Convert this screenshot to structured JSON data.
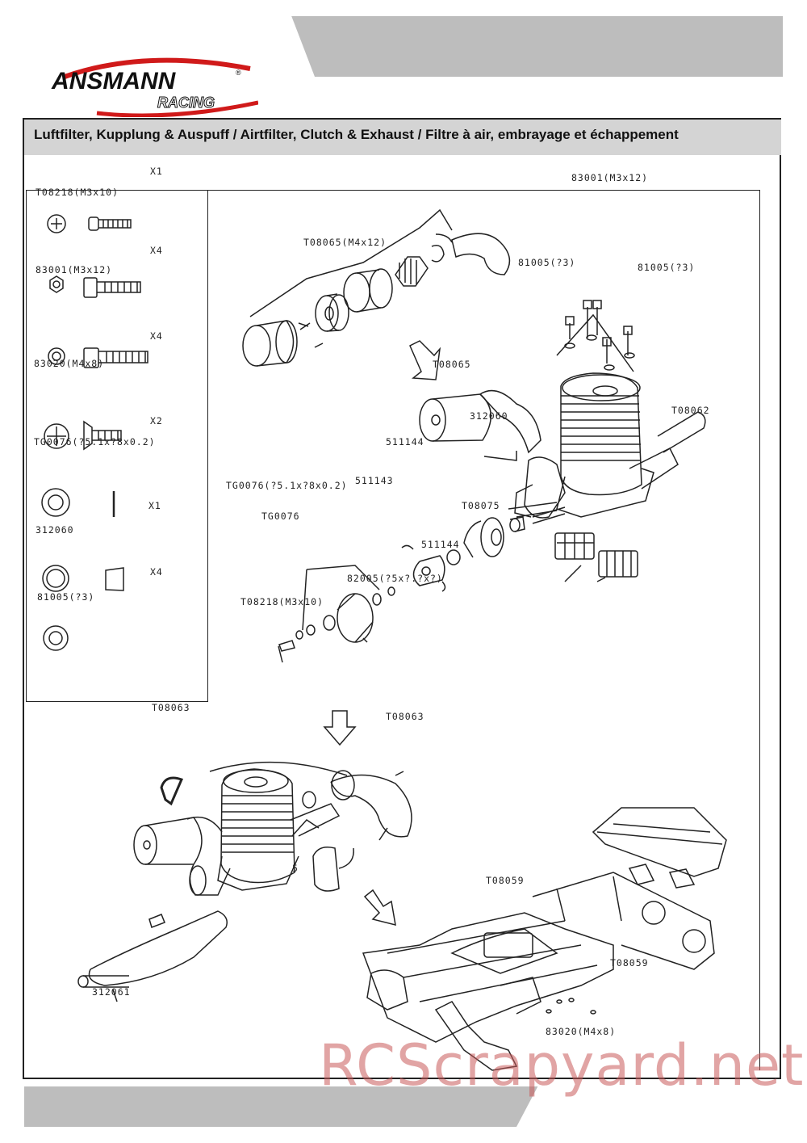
{
  "brand": {
    "name": "ANSMANN",
    "sub": "RACING",
    "reg": "®"
  },
  "header": {
    "title": "Luftfilter, Kupplung & Auspuff / Airtfilter, Clutch & Exhaust / Filtre à air, embrayage et échappement"
  },
  "parts_list": [
    {
      "code": "T08218(M3x10)",
      "qty": "X1"
    },
    {
      "code": "83001(M3x12)",
      "qty": "X4"
    },
    {
      "code": "83020(M4x8)",
      "qty": "X4"
    },
    {
      "code": "TG0076(?5.1x?8x0.2)",
      "qty": "X2"
    },
    {
      "code": "312060",
      "qty": "X1"
    },
    {
      "code": "81005(?3)",
      "qty": "X4"
    }
  ],
  "callouts": {
    "c1": "83001(M3x12)",
    "c2": "T08065(M4x12)",
    "c3": "81005(?3)",
    "c4": "81005(?3)",
    "c5": "T08065",
    "c6": "312060",
    "c7": "T08062",
    "c8": "511144",
    "c9": "TG0076(?5.1x?8x0.2)",
    "c10": "511143",
    "c11": "TG0076",
    "c12": "T08075",
    "c13": "511144",
    "c14": "82005(?5x?.?x?)",
    "c15": "T08218(M3x10)",
    "c16": "T08063",
    "c17": "T08063",
    "c18": "T08059",
    "c19": "T08059",
    "c20": "83020(M4x8)",
    "c21": "312061",
    "c22": "5"
  },
  "watermark": "RCScrapyard.net"
}
